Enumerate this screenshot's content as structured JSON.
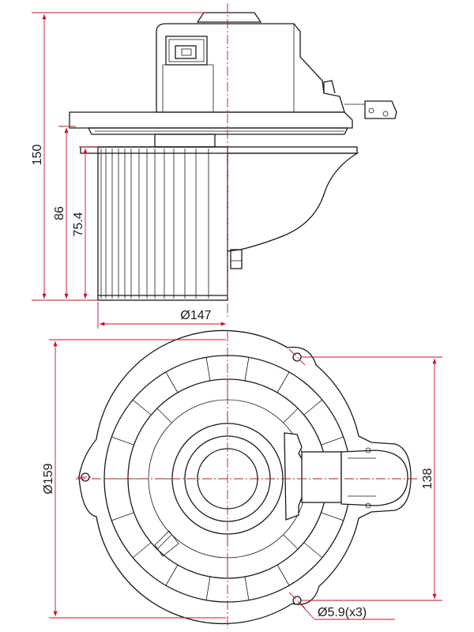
{
  "drawing": {
    "dimensions": {
      "overall_height": "150",
      "body_height": "86",
      "wheel_height": "75.4",
      "wheel_diameter": "Ø147",
      "housing_diameter": "Ø159",
      "mount_span": "138",
      "mount_holes": "Ø5.9(x3)"
    },
    "colors": {
      "line": "#1a1a1a",
      "dimension": "#c8102e"
    }
  }
}
